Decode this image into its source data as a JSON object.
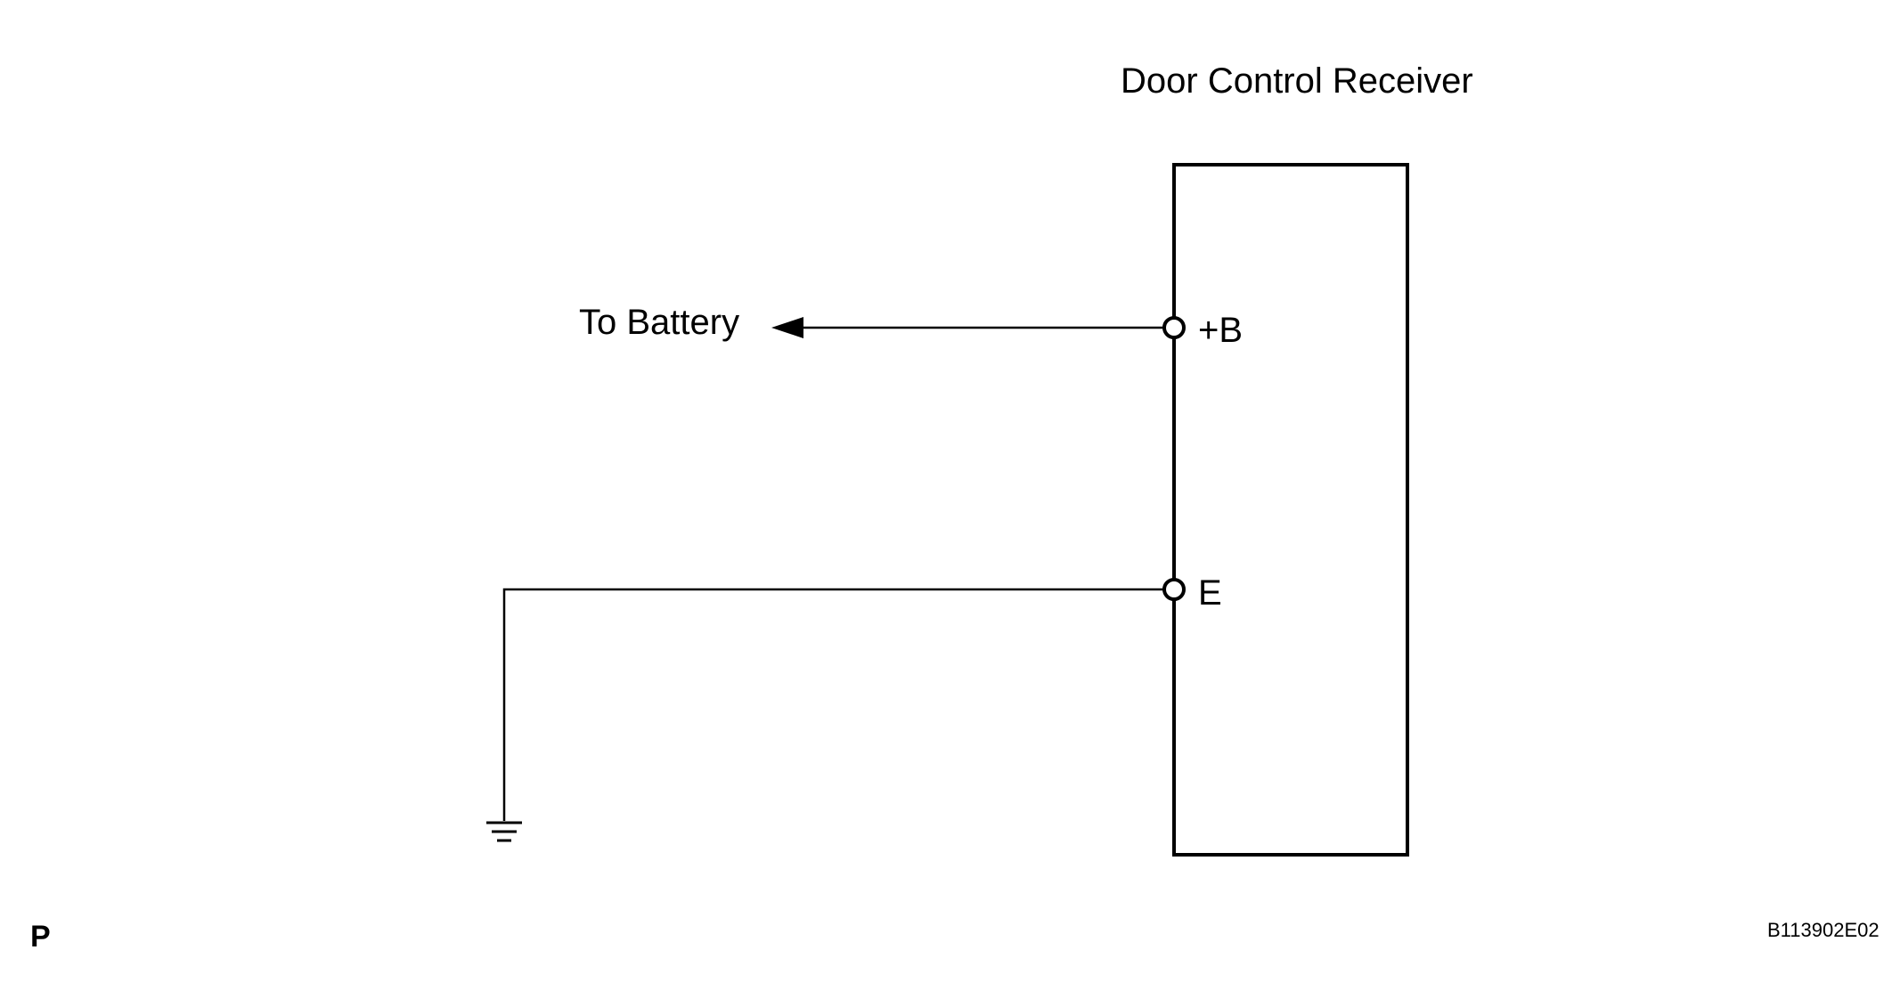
{
  "component": {
    "name": "Door Control Receiver"
  },
  "pins": [
    {
      "id": "plus-b",
      "label": "+B",
      "connection": "To Battery"
    },
    {
      "id": "e",
      "label": "E",
      "connection": "ground"
    }
  ],
  "wires": {
    "battery_label": "To Battery"
  },
  "footer": {
    "corner_letter": "P",
    "figure_code": "B113902E02"
  },
  "colors": {
    "line": "#000000",
    "background": "#ffffff"
  },
  "icons": {
    "arrow": "arrowhead-left-icon",
    "ground": "ground-symbol-icon",
    "terminal": "terminal-circle-icon"
  }
}
